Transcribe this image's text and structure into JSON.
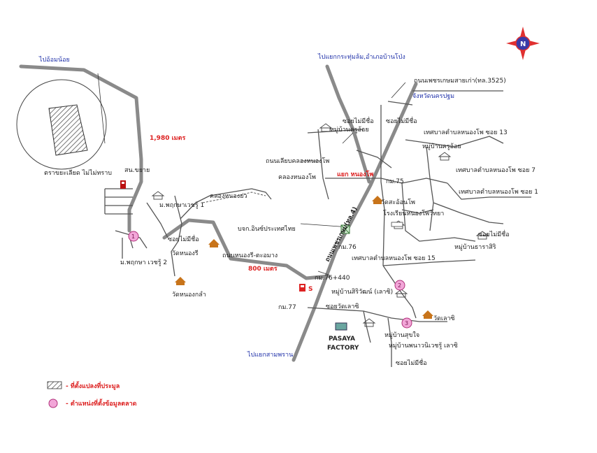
{
  "compass": {
    "letter": "N"
  },
  "labels": {
    "to_om_noi": "ไปอ้อมน้อย",
    "to_krathum": "ไปแยกกระทุ่มล้ม,อำเภอบ้านโป่ง",
    "to_samphran": "ไปแยกสามพราน",
    "rd_3525": "ถนนเพชรเกษมสายเก่า(ทล.3525)",
    "province": "จังหวัดนครปฐม",
    "dist_1980": "1,980 เมตร",
    "dist_800": "800 เมตร",
    "inset": "ตราขยะเลียด ไม่ไม่ทราบ",
    "om_noi_office": "สน.ขยาย",
    "soi_no_name_1": "ซอยไม่มีชื่อ",
    "soi_no_name_2": "ซอยไม่มีชื่อ",
    "soi_no_name_3": "ซอยไม่มีชื่อ",
    "soi_no_name_4": "ซอยไม่มีชื่อ",
    "village_pruksa1": "ม.พฤกษาเวชรู้ 1",
    "village_pruksa2": "ม.พฤกษา เวชรู้ 2",
    "village_krongtoi": "หมู่บ้านครูอ้อย",
    "village_krongtoi2": "หมู่บ้านครูอ้อย",
    "village_thara": "หมู่บ้านธาราสิริ",
    "village_siwat": "หมู่บ้านสิริวัฒน์ (เลาซิ)",
    "village_suksai": "หมู่บ้านสุขใจ",
    "village_wuttisak": "หมู่บ้านพนาวนิเวชรู้ เลาซิ",
    "wat_nong_thrai": "วัดหนองรี",
    "wat_sanam": "วัดหนองกลำ",
    "wat_sai": "วัดสะอ้อนโพ",
    "wat_laosi": "วัดเลาซิ",
    "canal": "คลองหนองย่ว",
    "rd_nong_sai": "ถนนเลียบคลองหนองโพ",
    "canal_nongpho": "คลองหนองโพ",
    "junction": "แยก หนองโพ",
    "rd_petchkasem": "ถนนเพชรเกษม(ทล.4)",
    "km75": "กม.75",
    "km76": "กม.76",
    "km76_440": "กม.76+440",
    "km77": "กม.77",
    "school": "โรงเรียนหนองโพวิทยา",
    "company": "บจก.อินซ์ประเทศไทย",
    "rd_nongri": "ถนนหนองรี-ตะอมาง",
    "mun_13": "เทศบาลตำบลหนองโพ ซอย 13",
    "mun_7": "เทศบาลตำบลหนองโพ ซอย 7",
    "mun_1": "เทศบาลตำบลหนองโพ ซอย 1",
    "mun_15": "เทศบาลตำบลหนองโพ ซอย 15",
    "soi_laosi": "ซอยวัดเลาซิ",
    "factory_1": "PASAYA",
    "factory_2": "FACTORY",
    "pin_s": "S"
  },
  "markers": [
    "1",
    "2",
    "3"
  ],
  "legend": {
    "hatch_label": "- ที่ตั้งแปลงที่ประมูล",
    "circle_label": "- ตำแหน่งที่ตั้งข้อมูลตลาด"
  },
  "colors": {
    "road": "#8a8a8a",
    "road_thin": "#555555",
    "blue_text": "#2233aa",
    "red_text": "#dd2222",
    "marker_fill": "#f2a6d8",
    "temple": "#c8741a",
    "compass_red": "#e03030"
  }
}
